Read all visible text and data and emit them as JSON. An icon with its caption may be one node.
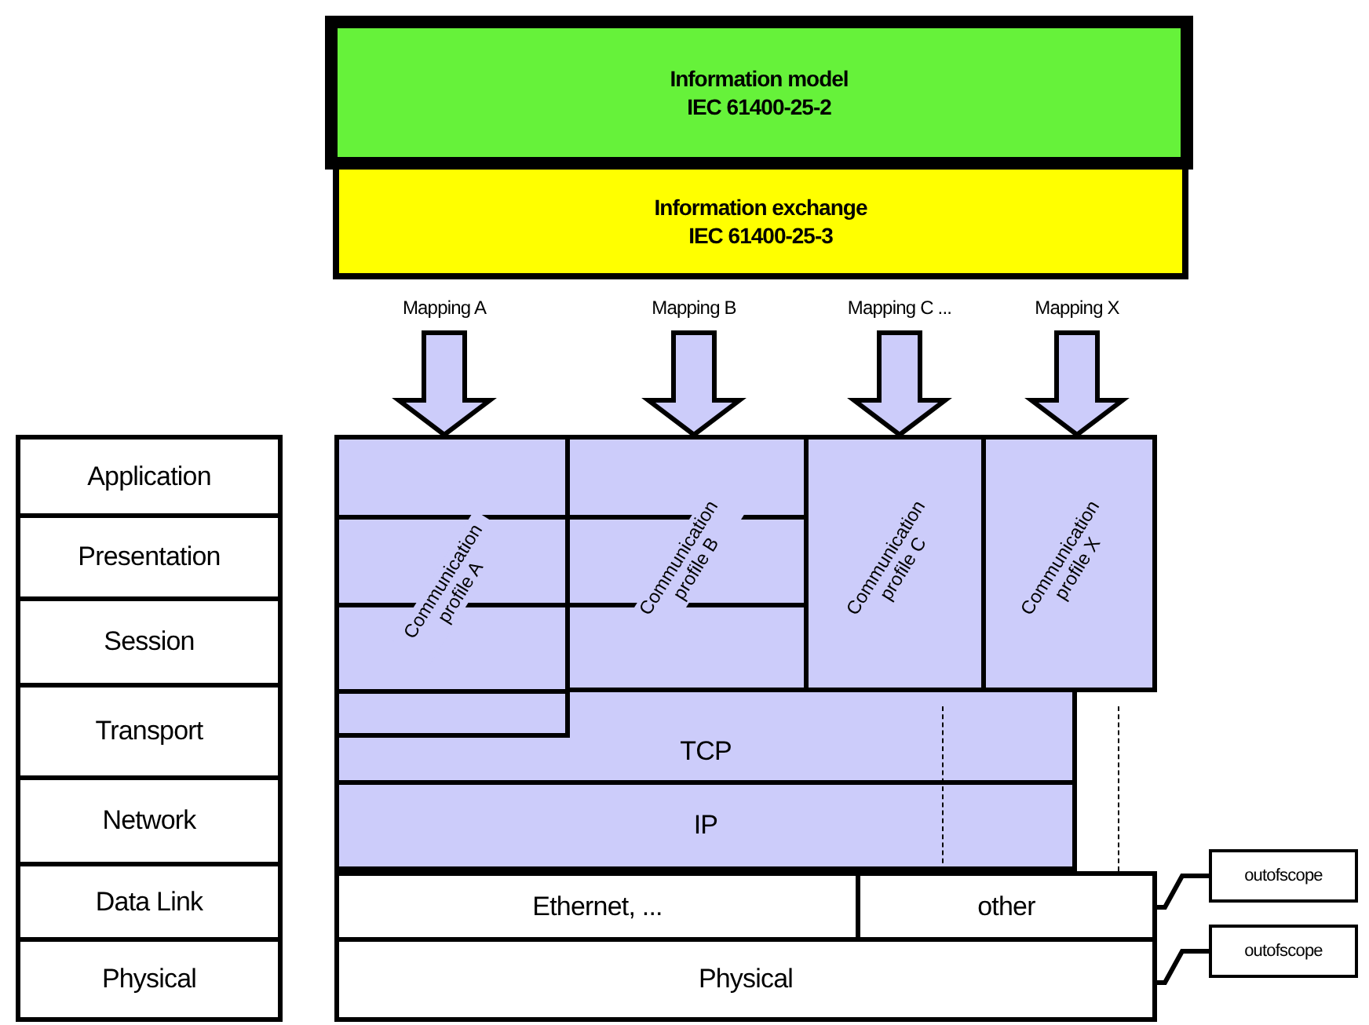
{
  "diagram": {
    "nodes": [
      {
        "text": [
          "Information model",
          "IEC 61400-25-2"
        ]
      },
      {
        "text": [
          "Information exchange",
          "IEC 61400-25-3"
        ]
      },
      {
        "text": [
          "Mapping A"
        ]
      },
      {
        "text": [
          "Mapping B"
        ]
      },
      {
        "text": [
          "Mapping C ..."
        ]
      },
      {
        "text": [
          "Mapping X"
        ]
      },
      {
        "text": [
          "Communication profile A"
        ]
      },
      {
        "text": [
          "Communication profile B"
        ]
      },
      {
        "text": [
          "Communication profile C"
        ]
      },
      {
        "text": [
          "Communication profile X"
        ]
      },
      {
        "text": [
          "TCP"
        ]
      },
      {
        "text": [
          "IP"
        ]
      },
      {
        "text": [
          "Ethernet, ..."
        ]
      },
      {
        "text": [
          "other"
        ]
      },
      {
        "text": [
          "Physical"
        ]
      },
      {
        "text": [
          "Application"
        ]
      },
      {
        "text": [
          "Presentation"
        ]
      },
      {
        "text": [
          "Session"
        ]
      },
      {
        "text": [
          "Transport"
        ]
      },
      {
        "text": [
          "Network"
        ]
      },
      {
        "text": [
          "Data Link"
        ]
      },
      {
        "text": [
          "Physical"
        ]
      },
      {
        "text": [
          "outofscope"
        ]
      },
      {
        "text": [
          "outofscope"
        ]
      }
    ],
    "edges": [
      {
        "from": 2,
        "to": 6,
        "arrow": "to",
        "style": "thick"
      },
      {
        "from": 3,
        "to": 7,
        "arrow": "to",
        "style": "thick"
      },
      {
        "from": 4,
        "to": 8,
        "arrow": "to",
        "style": "thick"
      },
      {
        "from": 5,
        "to": 9,
        "arrow": "to",
        "style": "thick"
      },
      {
        "from": 22,
        "to": 13,
        "arrow": "none"
      },
      {
        "from": 23,
        "to": 14,
        "arrow": "none"
      }
    ]
  }
}
